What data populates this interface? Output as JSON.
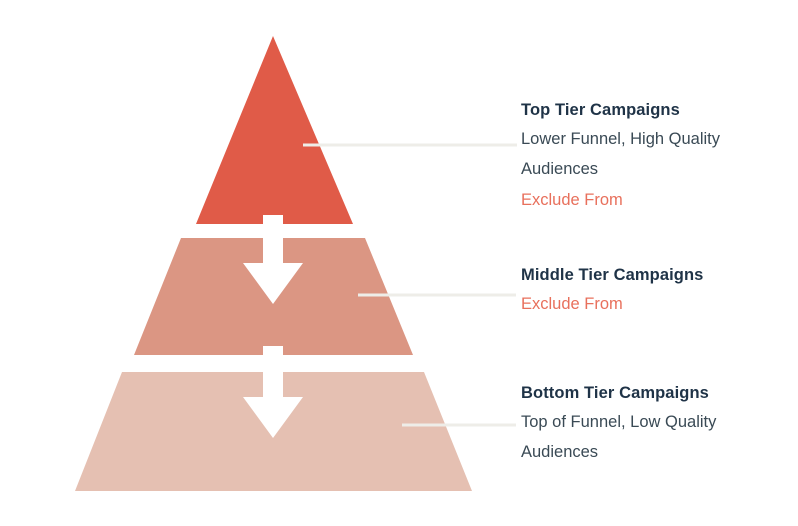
{
  "diagram": {
    "type": "pyramid-funnel",
    "title_visible": false,
    "background_color": "#ffffff",
    "connector_color": "#eeede8",
    "arrow_color": "#ffffff",
    "tiers": [
      {
        "id": "top",
        "shape": "triangle",
        "color": "#e05b48",
        "heading": "Top Tier Campaigns",
        "description_line_1": "Lower Funnel, High Quality",
        "description_line_2": "Audiences",
        "action_label": "Exclude From",
        "action_color": "#e8705c"
      },
      {
        "id": "middle",
        "shape": "trapezoid",
        "color": "#db9683",
        "heading": "Middle Tier Campaigns",
        "description_line_1": "",
        "description_line_2": "",
        "action_label": "Exclude From",
        "action_color": "#e8705c"
      },
      {
        "id": "bottom",
        "shape": "trapezoid",
        "color": "#e5c0b2",
        "heading": "Bottom Tier Campaigns",
        "description_line_1": "Top of Funnel, Low Quality",
        "description_line_2": "Audiences",
        "action_label": "",
        "action_color": "#e8705c"
      }
    ],
    "flow_arrows": [
      {
        "id": "arrow-top-to-middle",
        "direction": "down"
      },
      {
        "id": "arrow-middle-to-bottom",
        "direction": "down"
      }
    ],
    "heading_color": "#1f3347",
    "body_color": "#3a4a55"
  }
}
